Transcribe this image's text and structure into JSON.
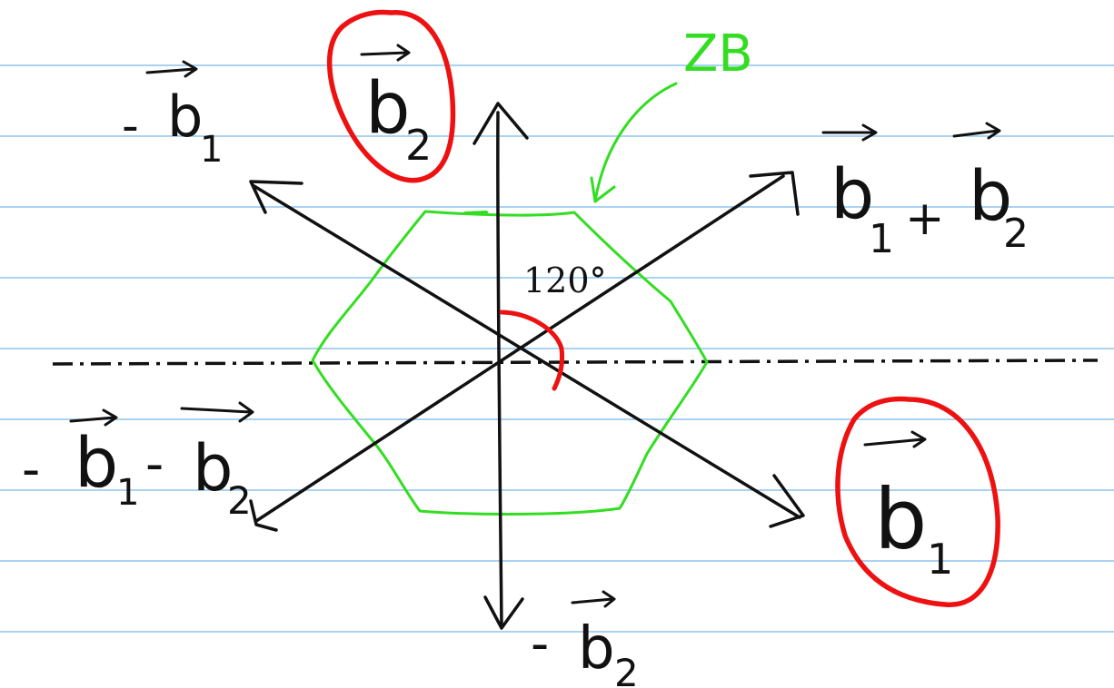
{
  "colors": {
    "paper_line": "#8ec4ee",
    "ink": "#111111",
    "zone": "#33dd22",
    "highlight": "#ee1111"
  },
  "zone_label": "ZB",
  "angle_label": "120°",
  "vectors": {
    "b1": {
      "minus": "",
      "base": "b",
      "sub": "1"
    },
    "b2": {
      "minus": "",
      "base": "b",
      "sub": "2"
    },
    "neg_b1": {
      "minus": "-",
      "base": "b",
      "sub": "1"
    },
    "neg_b2": {
      "minus": "-",
      "base": "b",
      "sub": "2"
    },
    "b1_plus_b2": {
      "first": "b",
      "sub1": "1",
      "op": "+",
      "second": "b",
      "sub2": "2"
    },
    "neg_b1_minus_b2": {
      "minus": "-",
      "first": "b",
      "sub1": "1",
      "op": "-",
      "second": "b",
      "sub2": "2"
    }
  }
}
